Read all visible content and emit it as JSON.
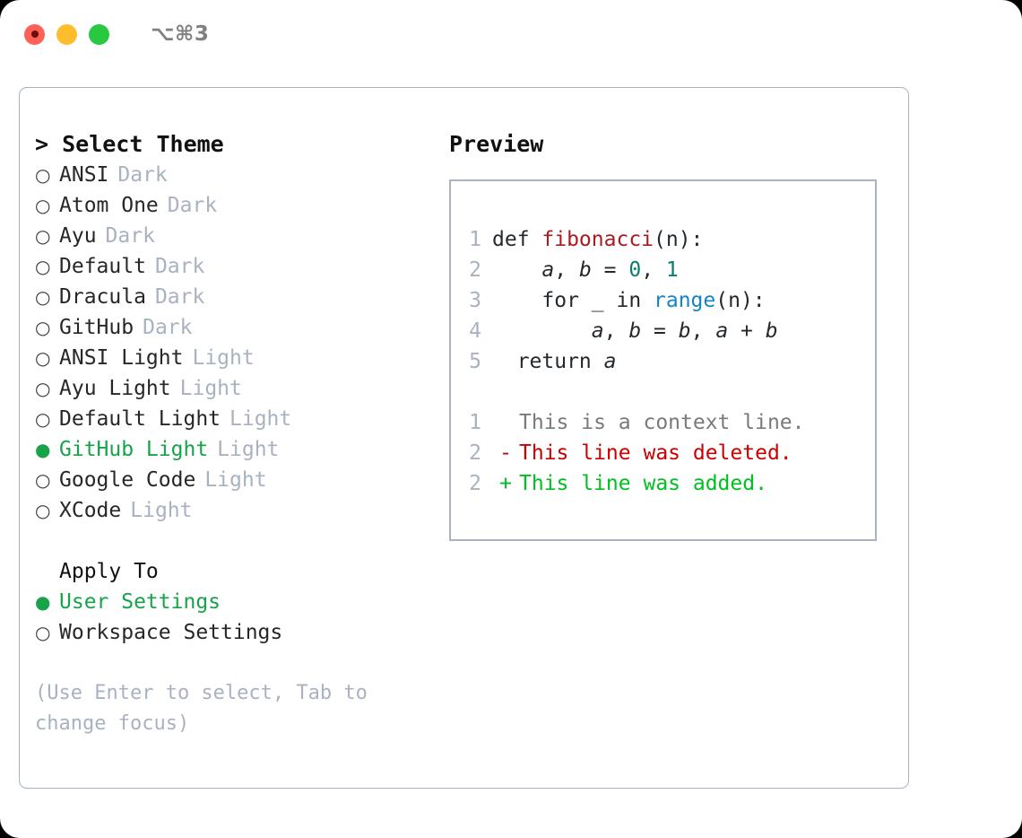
{
  "titlebar": {
    "shortcut": "⌥⌘3",
    "lights": [
      {
        "name": "close",
        "color": "#FF6058"
      },
      {
        "name": "minimize",
        "color": "#FFBD2E"
      },
      {
        "name": "maximize",
        "color": "#28C840"
      }
    ]
  },
  "theme_picker": {
    "heading": "> Select Theme",
    "bullet_selected": "●",
    "bullet_unselected": "○",
    "options": [
      {
        "name": "ANSI",
        "variant": "Dark",
        "selected": false
      },
      {
        "name": "Atom One",
        "variant": "Dark",
        "selected": false
      },
      {
        "name": "Ayu",
        "variant": "Dark",
        "selected": false
      },
      {
        "name": "Default",
        "variant": "Dark",
        "selected": false
      },
      {
        "name": "Dracula",
        "variant": "Dark",
        "selected": false
      },
      {
        "name": "GitHub",
        "variant": "Dark",
        "selected": false
      },
      {
        "name": "ANSI Light",
        "variant": "Light",
        "selected": false
      },
      {
        "name": "Ayu Light",
        "variant": "Light",
        "selected": false
      },
      {
        "name": "Default Light",
        "variant": "Light",
        "selected": false
      },
      {
        "name": "GitHub Light",
        "variant": "Light",
        "selected": true
      },
      {
        "name": "Google Code",
        "variant": "Light",
        "selected": false
      },
      {
        "name": "XCode",
        "variant": "Light",
        "selected": false
      }
    ]
  },
  "apply_to": {
    "heading": "Apply To",
    "options": [
      {
        "name": "User Settings",
        "selected": true
      },
      {
        "name": "Workspace Settings",
        "selected": false
      }
    ]
  },
  "hint": "(Use Enter to select, Tab to change focus)",
  "preview": {
    "heading": "Preview",
    "code": [
      {
        "lineno": "1",
        "tokens": [
          {
            "t": "def ",
            "k": "def"
          },
          {
            "t": "fibonacci",
            "k": "fn"
          },
          {
            "t": "(n):",
            "k": "punc"
          }
        ]
      },
      {
        "lineno": "2",
        "tokens": [
          {
            "t": "    ",
            "k": "punc"
          },
          {
            "t": "a",
            "k": "var"
          },
          {
            "t": ", ",
            "k": "punc"
          },
          {
            "t": "b",
            "k": "var"
          },
          {
            "t": " = ",
            "k": "punc"
          },
          {
            "t": "0",
            "k": "num"
          },
          {
            "t": ", ",
            "k": "punc"
          },
          {
            "t": "1",
            "k": "num"
          }
        ]
      },
      {
        "lineno": "3",
        "tokens": [
          {
            "t": "    for _ in ",
            "k": "def"
          },
          {
            "t": "range",
            "k": "builtin"
          },
          {
            "t": "(n):",
            "k": "punc"
          }
        ]
      },
      {
        "lineno": "4",
        "tokens": [
          {
            "t": "        ",
            "k": "punc"
          },
          {
            "t": "a",
            "k": "var"
          },
          {
            "t": ", ",
            "k": "punc"
          },
          {
            "t": "b",
            "k": "var"
          },
          {
            "t": " = ",
            "k": "punc"
          },
          {
            "t": "b",
            "k": "var"
          },
          {
            "t": ", ",
            "k": "punc"
          },
          {
            "t": "a",
            "k": "var"
          },
          {
            "t": " + ",
            "k": "punc"
          },
          {
            "t": "b",
            "k": "var"
          }
        ]
      },
      {
        "lineno": "5",
        "tokens": [
          {
            "t": "  return ",
            "k": "def"
          },
          {
            "t": "a",
            "k": "var"
          }
        ]
      }
    ],
    "diff": [
      {
        "lineno": "1",
        "marker": " ",
        "text": "This is a context line.",
        "kind": "ctx"
      },
      {
        "lineno": "2",
        "marker": "-",
        "text": "This line was deleted.",
        "kind": "del"
      },
      {
        "lineno": "2",
        "marker": "+",
        "text": "This line was added.",
        "kind": "add"
      }
    ]
  },
  "colors": {
    "accent_green": "#16A34A",
    "muted": "#A9B2C0",
    "border": "#A8B2C1",
    "diff_add": "#00C020",
    "diff_del": "#CC0000",
    "token_function": "#A91B22",
    "token_number": "#0B7C71",
    "token_builtin": "#1384C8"
  }
}
